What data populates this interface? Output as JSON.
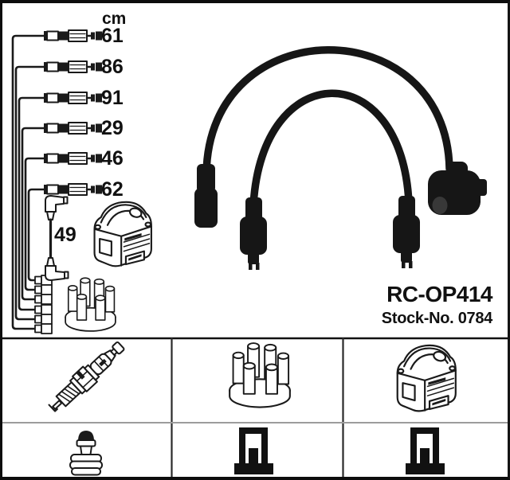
{
  "header": {
    "unit_label": "cm"
  },
  "cables": {
    "rows": [
      {
        "length_cm": "61"
      },
      {
        "length_cm": "86"
      },
      {
        "length_cm": "91"
      },
      {
        "length_cm": "29"
      },
      {
        "length_cm": "46"
      },
      {
        "length_cm": "62"
      }
    ],
    "coil_wire_length_cm": "49"
  },
  "product": {
    "code": "RC-OP414",
    "stock_label": "Stock-No. 0784"
  },
  "figures": {
    "main_diagram": [
      "ignition-lead-rows",
      "lead-bundle",
      "stacked-plug-terminals",
      "coil-wire",
      "ignition-coil",
      "distributor-cap",
      "cable-photo"
    ],
    "grid_icons": [
      "spark-plug",
      "distributor-cap",
      "ignition-coil",
      "plug-cover",
      "din-terminal",
      "din-terminal"
    ]
  },
  "colors": {
    "line_art": "#1a1a1a",
    "cable_black": "#161616",
    "frame": "#0d0d0d",
    "row_divider": "#9c9c9c"
  }
}
